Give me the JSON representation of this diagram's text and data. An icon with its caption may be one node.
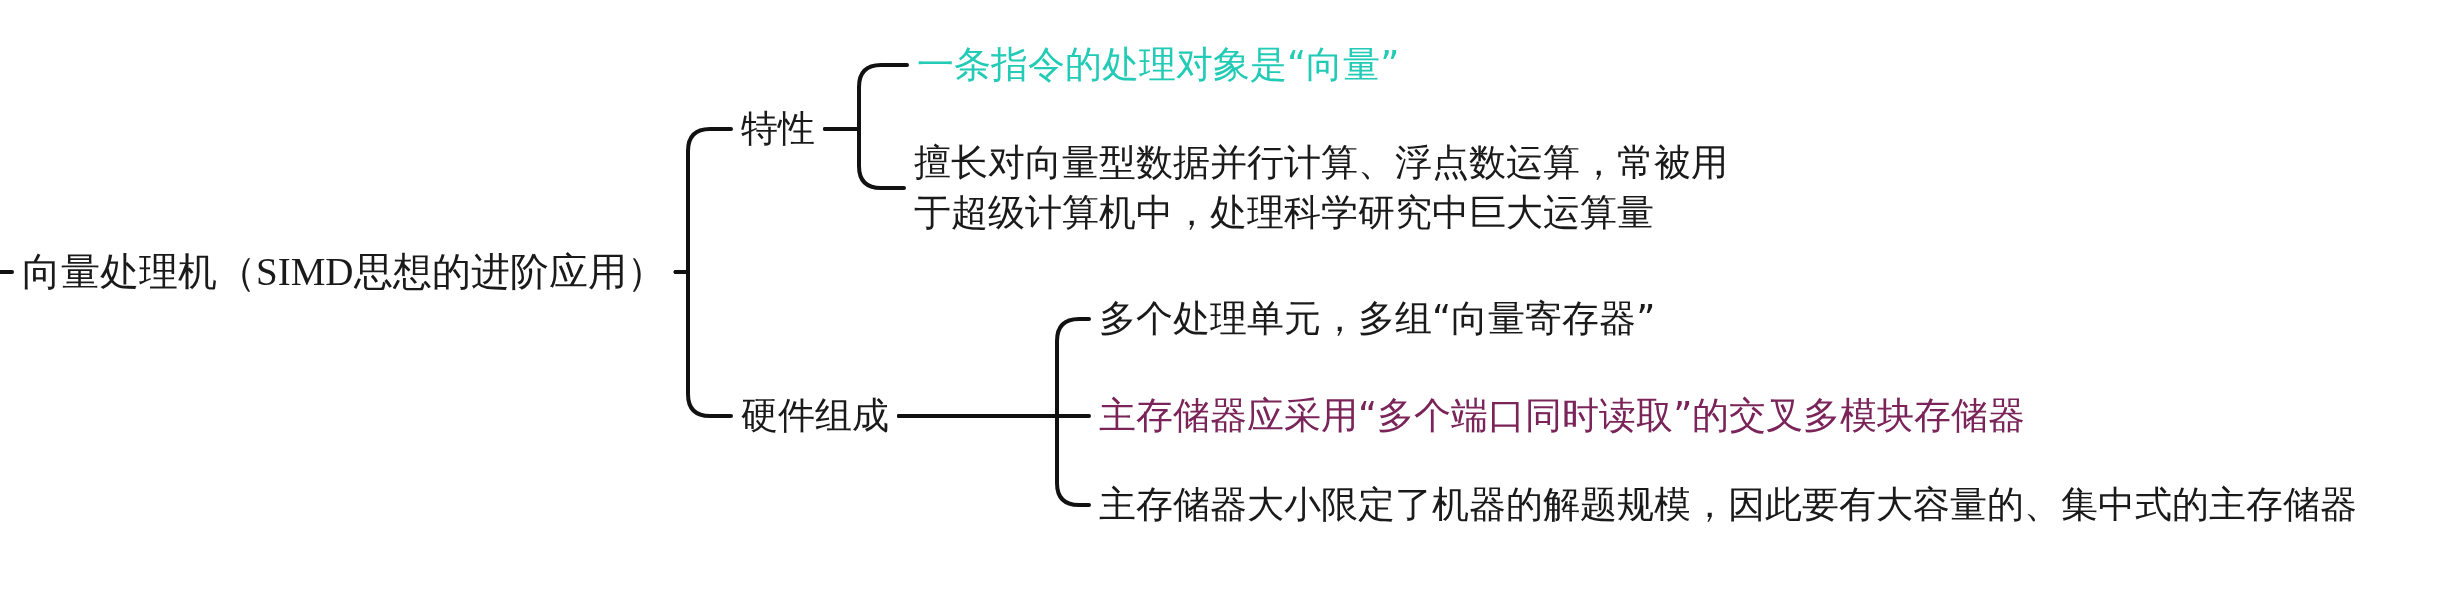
{
  "diagram": {
    "nodes": [
      {
        "text": [
          "向量处理机（SIMD思想的进阶应用）"
        ]
      },
      {
        "text": [
          "特性"
        ]
      },
      {
        "text": [
          "一条指令的处理对象是“向量”"
        ]
      },
      {
        "text": [
          "擅长对向量型数据并行计算、浮点数运算，常被用于超级计算机中，处理科学研究中巨大运算量"
        ]
      },
      {
        "text": [
          "硬件组成"
        ]
      },
      {
        "text": [
          "多个处理单元，多组“向量寄存器”"
        ]
      },
      {
        "text": [
          "主存储器应采用“多个端口同时读取”的交叉多模块存储器"
        ]
      },
      {
        "text": [
          "主存储器大小限定了机器的解题规模，因此要有大容量的、集中式的主存储器"
        ]
      }
    ],
    "edges": [
      {
        "from": null,
        "to": 0,
        "arrow": "none"
      },
      {
        "from": 0,
        "to": 1,
        "arrow": "none"
      },
      {
        "from": 0,
        "to": 4,
        "arrow": "none"
      },
      {
        "from": 1,
        "to": 2,
        "arrow": "none"
      },
      {
        "from": 1,
        "to": 3,
        "arrow": "none"
      },
      {
        "from": 4,
        "to": 5,
        "arrow": "none"
      },
      {
        "from": 4,
        "to": 6,
        "arrow": "none"
      },
      {
        "from": 4,
        "to": 7,
        "arrow": "none"
      }
    ]
  }
}
